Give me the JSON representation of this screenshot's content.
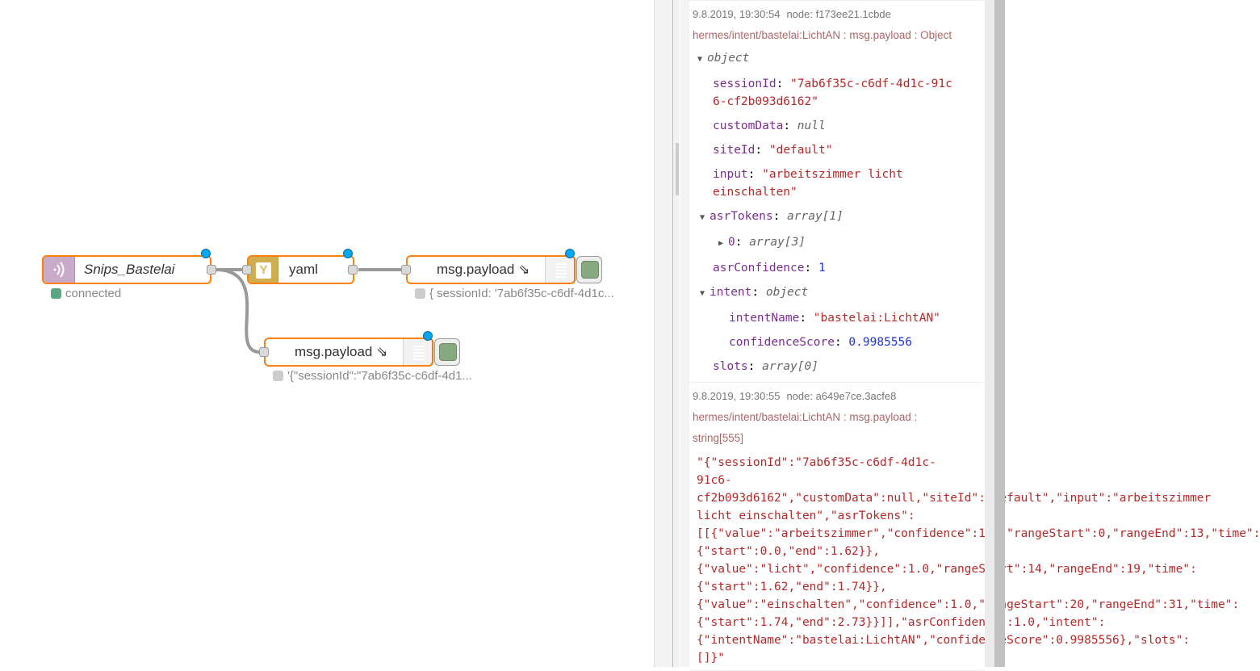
{
  "flow": {
    "nodes": {
      "snips": {
        "label": "Snips_Bastelai",
        "status": "connected",
        "status_color": "#5aa883",
        "color": "#d8bfd8",
        "icon": "mqtt-wave-icon"
      },
      "yaml": {
        "label": "yaml",
        "color": "#debd5c",
        "icon": "yaml-icon",
        "icon_glyph": "Y"
      },
      "debug1": {
        "label": "msg.payload ⇘",
        "status": "{ sessionId: '7ab6f35c-c6df-4d1c...",
        "color": "#87a980",
        "icon": "debug-list-icon"
      },
      "debug2": {
        "label": "msg.payload ⇘",
        "status": "'{\"sessionId\":\"7ab6f35c-c6df-4d1...",
        "color": "#87a980",
        "icon": "debug-list-icon"
      }
    },
    "node_border_color": "#ff7f0e",
    "changed_dot_color": "#00a6f0"
  },
  "debug": {
    "messages": [
      {
        "timestamp": "9.8.2019, 19:30:54",
        "node": "node: f173ee21.1cbde",
        "topic": "hermes/intent/bastelai:LichtAN : msg.payload : Object",
        "root_type": "object",
        "fields": {
          "sessionId_key": "sessionId",
          "sessionId_val": "\"7ab6f35c-c6df-4d1c-91c6-cf2b093d6162\"",
          "customData_key": "customData",
          "customData_val": "null",
          "siteId_key": "siteId",
          "siteId_val": "\"default\"",
          "input_key": "input",
          "input_val": "\"arbeitszimmer licht einschalten\"",
          "asrTokens_key": "asrTokens",
          "asrTokens_val": "array[1]",
          "asrTokens0_key": "0",
          "asrTokens0_val": "array[3]",
          "asrConfidence_key": "asrConfidence",
          "asrConfidence_val": "1",
          "intent_key": "intent",
          "intent_val": "object",
          "intentName_key": "intentName",
          "intentName_val": "\"bastelai:LichtAN\"",
          "confidenceScore_key": "confidenceScore",
          "confidenceScore_val": "0.9985556",
          "slots_key": "slots",
          "slots_val": "array[0]"
        }
      },
      {
        "timestamp": "9.8.2019, 19:30:55",
        "node": "node: a649e7ce.3acfe8",
        "topic": "hermes/intent/bastelai:LichtAN : msg.payload : string[555]",
        "raw_lines": [
          "\"{\"sessionId\":\"7ab6f35c-c6df-4d1c-",
          "91c6-",
          "cf2b093d6162\",\"customData\":null,\"siteId\":\"default\",\"input\":\"arbeitszimmer",
          "licht einschalten\",\"asrTokens\":",
          "[[{\"value\":\"arbeitszimmer\",\"confidence\":1.0,\"rangeStart\":0,\"rangeEnd\":13,\"time\":",
          "{\"start\":0.0,\"end\":1.62}},",
          "{\"value\":\"licht\",\"confidence\":1.0,\"rangeStart\":14,\"rangeEnd\":19,\"time\":",
          "{\"start\":1.62,\"end\":1.74}},",
          "{\"value\":\"einschalten\",\"confidence\":1.0,\"rangeStart\":20,\"rangeEnd\":31,\"time\":",
          "{\"start\":1.74,\"end\":2.73}}]],\"asrConfidence\":1.0,\"intent\":",
          "{\"intentName\":\"bastelai:LichtAN\",\"confidenceScore\":0.9985556},\"slots\":",
          "[]}\""
        ]
      }
    ]
  }
}
